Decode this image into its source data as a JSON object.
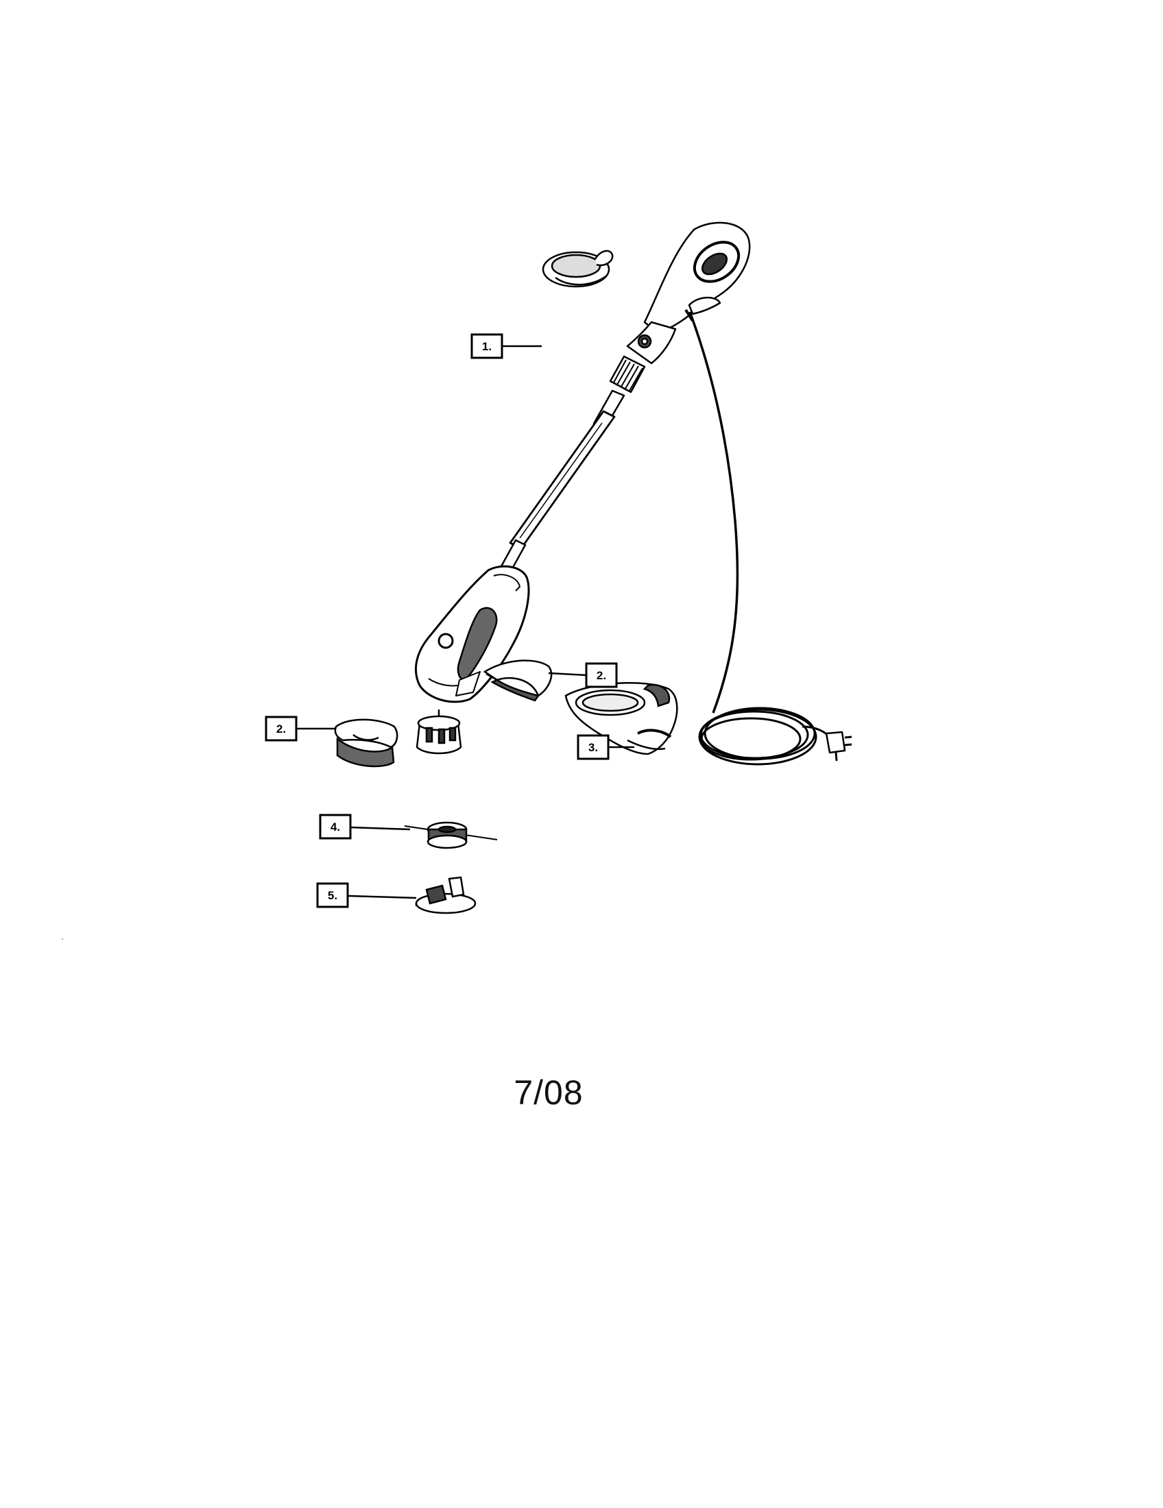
{
  "diagram": {
    "parts": [
      {
        "label": "1.",
        "part": "handle-cap"
      },
      {
        "label": "2.",
        "part": "guard-half-right"
      },
      {
        "label": "2.",
        "part": "guard-half-left"
      },
      {
        "label": "3.",
        "part": "guard-cover"
      },
      {
        "label": "4.",
        "part": "spool"
      },
      {
        "label": "5.",
        "part": "spool-cap"
      }
    ],
    "footer": "7/08"
  },
  "colors": {
    "ink": "#000000",
    "shade": "#444444",
    "paper": "#ffffff"
  }
}
